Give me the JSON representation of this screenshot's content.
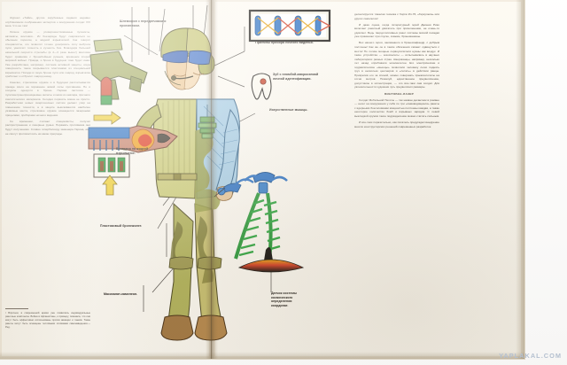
{
  "meta": {
    "watermark": "YAPLAKAL.COM",
    "page_background": "#f3ece0",
    "ink_color": "#3a342c",
    "label_color": "#231f1c",
    "watermark_color": "#b9c6d8"
  },
  "labels": {
    "helmet": "Шлемофон с передатчиком и приемником.",
    "night_vision": "Приемны прибора ночного виденья.",
    "tooth_chip": "Зуб с пломбой-микросхемой личной идентификации.",
    "artificial_muscles": "Искусственные мышцы.",
    "liquid_explosive_rifle": "Винтовка на жидкой взрывчатке.",
    "plastic_vest": "Пластиковый бронежилет.",
    "chameleon_suit": "Маскхалат-хамелеон.",
    "gps_sensor": "Датчик системы космического определения координат."
  },
  "right_column": {
    "heading": "ВИНТОВКА-ЛАЗЕР",
    "paragraphs": [
      "десантируется тяжелая техника с борта Ил-76, «Геркулеса» или других самолетов!",
      "И даже сцена, когда литературный герой Джонни Рико включает ракетный двигатель при призеленении, не очень-то удивляет. Ведь твердотопливных ракет системы мягкой посадки уже применяют при спуске, скажем, бронемашины.",
      "Вес нашего героя, закованного в бронескафандр, с добрым полтонны! Как же он в таком облачении сможет сдвинуться с места! По логике мощные сервоусилители нужны как воздух. И такие устройства — экзоскелеты — испытывались в научных лабораториях разных стран. Американцы, например, несколько лет назад опробовали экзоскелетон. Его электрические и гидравлические «мышцы» позволили человеку легко поднять груз в несколько центнеров и «летать» в действии ранцы. Прикрепив его за спиной, можно совершать прыжки-полеты на сотни метров. Пожалуй, единственное преувеличение, допустимое в иллюстрации, — это все-таки сам солдат. Для увлекательности художник чуть преувеличил размеры.",
      "Солдат Мобильной Пехоты — так назван десантник в романе — несет на вооружении у себя по три «самоводящиеся» ракеты с ядерными боеголовками мощностью полтонны каждая, а также некоторое количество бомб и взрывных зарядов. С левой выкладкой оружия такое подразделение можно считать сильным.",
      "И все-таки поразительно, как писатель предугадал внедрение многих конструкторских решений современных разработок."
    ]
  },
  "left_column": {
    "paragraphs": [
      "Журнал «Тайм», другие зарубежные издания недавно опубликовали соображения экспертов о вооружении солдат XXI века. Что же там!",
      "Личное оружие — усовершенствованные пулеметы, автоматы, винтовки... Их боезаряды будут снаряжаться не обычным порохом, а жидкой взрывчаткой. Как говорят специалисты, это позволит точнее дозировать силу выброса пули, увеличит точность и кучность боя. Благодаря большей начальной скорости стрельбы (в 2—3 раза выше!) винтовка будет сравнима с бронебойным ружьем, временем второй мировой войны¹. Правда, и броня в будущем тоже будет иная. Уже разработана, например, система активной защиты, когда поверхность танка покрывается пластинами из специальной взрывчатки. Попади в такую броню пуля или снаряд, взрывчатка сработает и отбросит снаряд назад.",
      "Конечно, стрелковое оружие и в будущем рассчитывается прежде всего на поражение живой силы противника. Но и солдаты оденутся в броню. Первая ласточка — пулигазетронепроницаемые жилеты и каски из кевлара, прочного синтетического материала. Сегодня поразить воина не просто. Разработчики новых смертоносных систем делают упор на повышение точности, а в защите выискиваются наиболее уязвимые места, стрелковое оружие оснащается лазерными прицелами, приборами ночного видения.",
      "Со временем, считают специалисты, получат распространение и лазерные ружья. Поражать противника они будут излучением. Словно гиперболоиду инженера Гарина, ему не смогут противостоять ни какие преграды."
    ],
    "footnote": "¹ Впрочем, в современной армии уже появились индивидуальные ракетные комплексы. Война в Афганистане, к примеру, показала, что они могут быть эффективно использованы против авиации и танков. Такие ракеты могут быть оснащены тепловыми головками самонаведения.— Ред."
  }
}
